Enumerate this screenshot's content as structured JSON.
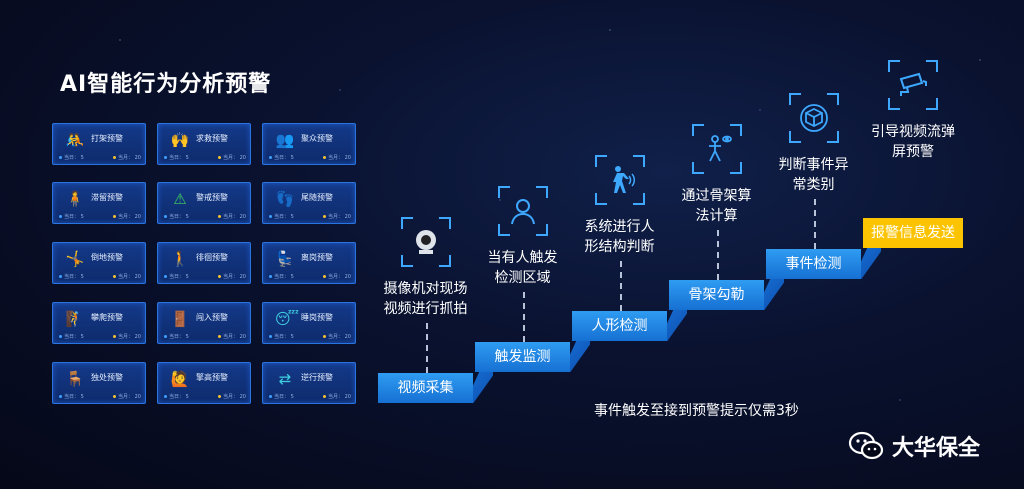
{
  "title": "AI智能行为分析预警",
  "card_stats": {
    "today": "当日：",
    "today_val": "5",
    "month": "当月：",
    "month_val": "20"
  },
  "cards": [
    {
      "label": "打架预警",
      "icon": "fight-icon",
      "glyph": "🤼"
    },
    {
      "label": "求救预警",
      "icon": "help-icon",
      "glyph": "🙌"
    },
    {
      "label": "聚众预警",
      "icon": "crowd-icon",
      "glyph": "👥"
    },
    {
      "label": "滞留预警",
      "icon": "linger-icon",
      "glyph": "🧍"
    },
    {
      "label": "警戒预警",
      "icon": "alert-icon",
      "glyph": "⚠"
    },
    {
      "label": "尾随预警",
      "icon": "follow-icon",
      "glyph": "👣"
    },
    {
      "label": "倒地预警",
      "icon": "fall-icon",
      "glyph": "🤸"
    },
    {
      "label": "徘徊预警",
      "icon": "wander-icon",
      "glyph": "🚶"
    },
    {
      "label": "离岗预警",
      "icon": "leave-post-icon",
      "glyph": "💺"
    },
    {
      "label": "攀爬预警",
      "icon": "climb-icon",
      "glyph": "🧗"
    },
    {
      "label": "闯入预警",
      "icon": "intrude-icon",
      "glyph": "🚪"
    },
    {
      "label": "睡岗预警",
      "icon": "sleep-icon",
      "glyph": "😴"
    },
    {
      "label": "独处预警",
      "icon": "alone-icon",
      "glyph": "🪑"
    },
    {
      "label": "擎高预警",
      "icon": "raise-hand-icon",
      "glyph": "🙋"
    },
    {
      "label": "逆行预警",
      "icon": "reverse-icon",
      "glyph": "⇄"
    }
  ],
  "steps": [
    {
      "label": "视频采集",
      "desc": "摄像机对现场\n视频进行抓拍",
      "icon": "camera-icon"
    },
    {
      "label": "触发监测",
      "desc": "当有人触发\n检测区域",
      "icon": "person-outline-icon"
    },
    {
      "label": "人形检测",
      "desc": "系统进行人\n形结构判断",
      "icon": "walking-person-icon"
    },
    {
      "label": "骨架勾勒",
      "desc": "通过骨架算\n法计算",
      "icon": "skeleton-icon"
    },
    {
      "label": "事件检测",
      "desc": "判断事件异\n常类别",
      "icon": "cube-scan-icon"
    },
    {
      "label": "报警信息发送",
      "desc": "引导视频流弹\n屏预警",
      "icon": "cctv-alert-icon"
    }
  ],
  "note": "事件触发至接到预警提示仅需3秒",
  "brand": "大华保全",
  "colors": {
    "accent": "#2f9cf2",
    "final": "#fbc300",
    "card_border": "#2a74e0"
  }
}
